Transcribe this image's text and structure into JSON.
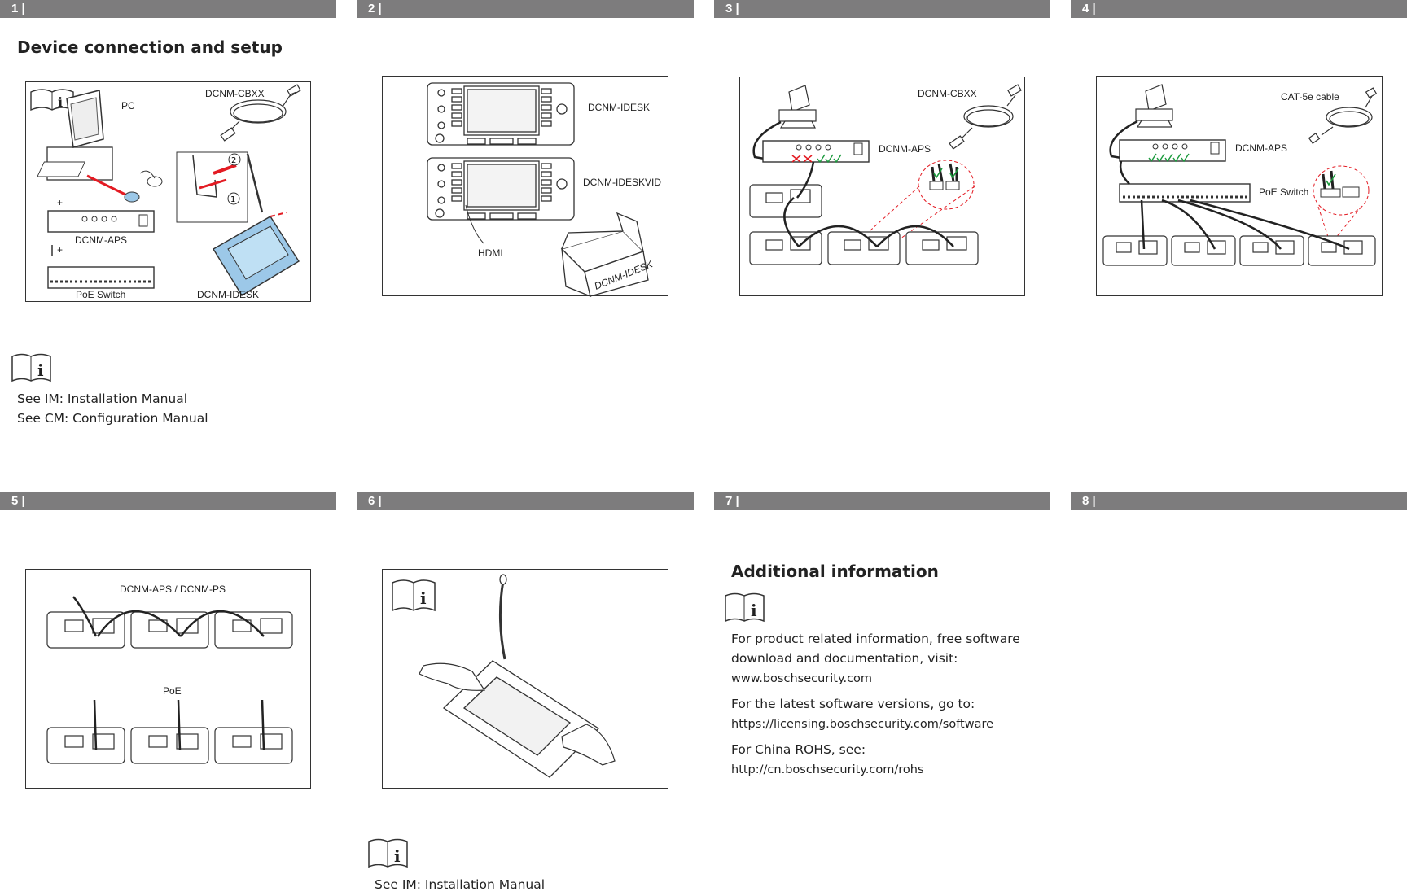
{
  "panels": {
    "p1": {
      "number": "1 |",
      "title": "Device connection and setup",
      "labels": {
        "pc": "PC",
        "cbxx": "DCNM-CBXX",
        "aps": "DCNM-APS",
        "poe_switch": "PoE Switch",
        "idesk": "DCNM-IDESK",
        "plus": "+"
      },
      "notes": [
        "See IM: Installation Manual",
        "See CM: Configuration Manual"
      ]
    },
    "p2": {
      "number": "2 |",
      "labels": {
        "idesk": "DCNM-IDESK",
        "ideskvid": "DCNM-IDESKVID",
        "hdmi": "HDMI",
        "box": "DCNM-IDESK"
      }
    },
    "p3": {
      "number": "3 |",
      "labels": {
        "cbxx": "DCNM-CBXX",
        "aps": "DCNM-APS"
      }
    },
    "p4": {
      "number": "4 |",
      "labels": {
        "cable": "CAT-5e cable",
        "aps": "DCNM-APS",
        "poe_switch": "PoE Switch"
      }
    },
    "p5": {
      "number": "5 |",
      "labels": {
        "aps_ps": "DCNM-APS / DCNM-PS",
        "poe": "PoE"
      }
    },
    "p6": {
      "number": "6 |",
      "note": "See IM: Installation Manual"
    },
    "p7": {
      "number": "7 |",
      "title": "Additional information",
      "lines": {
        "product_1": "For product related information, free software",
        "product_2": "download and documentation, visit:",
        "url_1": "www.boschsecurity.com",
        "software": "For the latest software versions, go to:",
        "url_2": "https://licensing.boschsecurity.com/software",
        "rohs": "For China ROHS, see:",
        "url_3": "http://cn.boschsecurity.com/rohs"
      }
    },
    "p8": {
      "number": "8 |"
    }
  },
  "colors": {
    "header_bar": "#7d7c7d",
    "arrow_red": "#e31b23",
    "check_green": "#1a9a3c",
    "device_blue": "#9cc8e8"
  }
}
